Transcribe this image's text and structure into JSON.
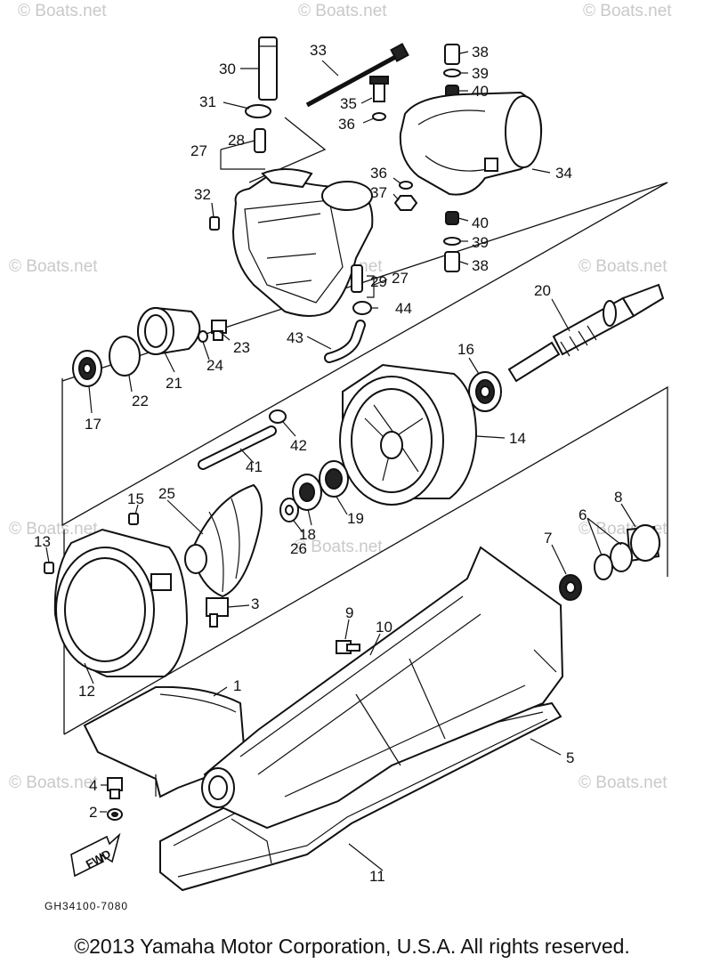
{
  "watermark": "© Boats.net",
  "diagram_code": "GH34100-7080",
  "fwd_label": "FWD",
  "copyright": "©2013 Yamaha Motor Corporation, U.S.A. All rights reserved.",
  "callouts": [
    "1",
    "2",
    "3",
    "4",
    "5",
    "6",
    "7",
    "8",
    "9",
    "10",
    "11",
    "12",
    "13",
    "14",
    "15",
    "16",
    "17",
    "18",
    "19",
    "20",
    "21",
    "22",
    "23",
    "24",
    "25",
    "26",
    "27",
    "28",
    "29",
    "30",
    "31",
    "32",
    "33",
    "34",
    "35",
    "36",
    "37",
    "38",
    "39",
    "40",
    "41",
    "42",
    "43",
    "44"
  ]
}
